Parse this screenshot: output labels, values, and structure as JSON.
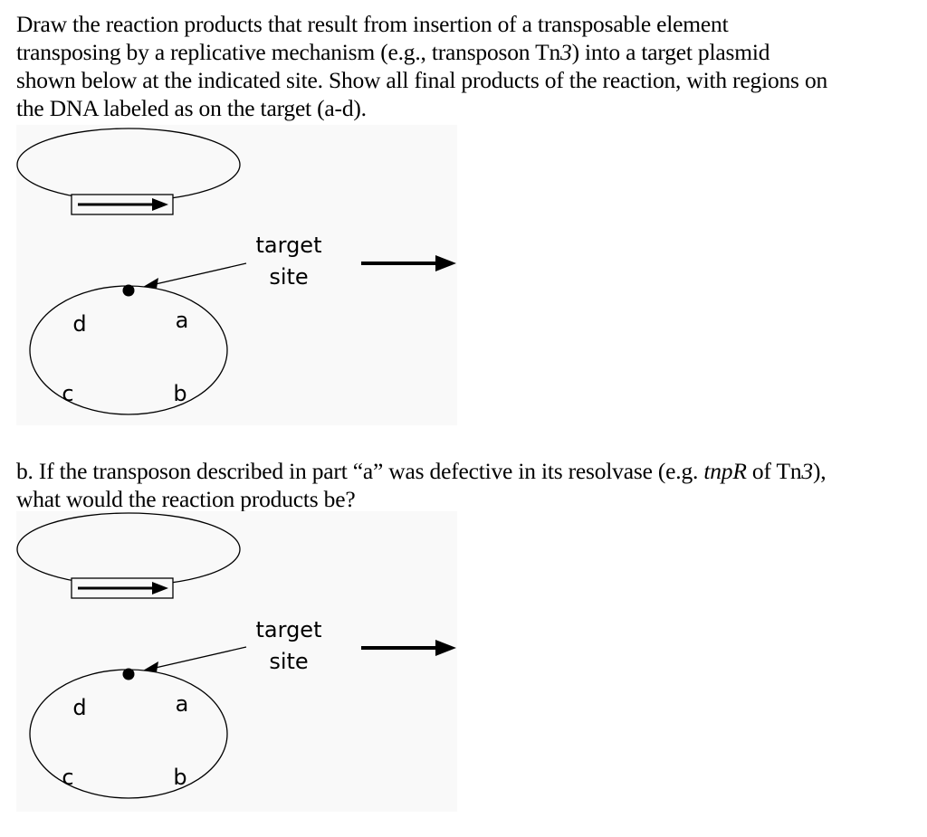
{
  "question_a": {
    "lines": [
      {
        "parts": [
          "Draw the reaction products that result from insertion of a transposable element"
        ]
      },
      {
        "pre": "transposing by a replicative mechanism (e.g., transposon Tn",
        "ital": "3",
        "post": ") into a target plasmid"
      },
      {
        "parts": [
          "shown below at the indicated site. Show all final products of the reaction, with regions on"
        ]
      },
      {
        "parts": [
          "the DNA labeled as on the target (a-d)."
        ]
      }
    ]
  },
  "question_b": {
    "line1": {
      "pre": "b. If the transposon described in part “a” was defective in its resolvase (e.g. ",
      "ital1": "tnpR",
      "mid": " of Tn",
      "ital2": "3",
      "post": "),"
    },
    "line2": "what would the reaction products be?"
  },
  "figure": {
    "target_label_line1": "target",
    "target_label_line2": "site",
    "plasmid_regions": [
      "a",
      "b",
      "c",
      "d"
    ],
    "donor_element": "transposon-with-direction-arrow",
    "reaction_arrow": "right-arrow"
  }
}
